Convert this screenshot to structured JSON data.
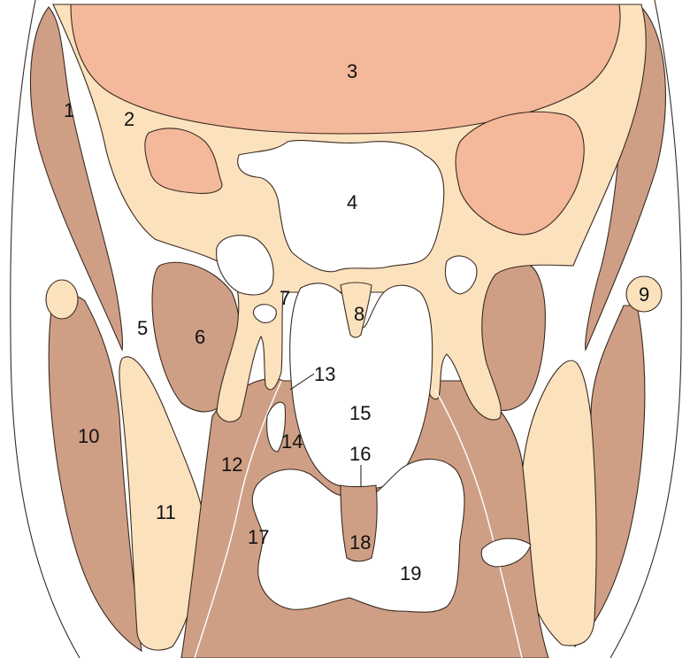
{
  "colors": {
    "muscle": "#cf9f85",
    "bone": "#fbe2bd",
    "brain": "#f4b89a",
    "cavity": "#ffffff",
    "outline": "#3a2a22",
    "label": "#111111"
  },
  "labels": [
    "1",
    "2",
    "3",
    "4",
    "5",
    "6",
    "7",
    "8",
    "9",
    "10",
    "11",
    "12",
    "13",
    "14",
    "15",
    "16",
    "17",
    "18",
    "19"
  ]
}
